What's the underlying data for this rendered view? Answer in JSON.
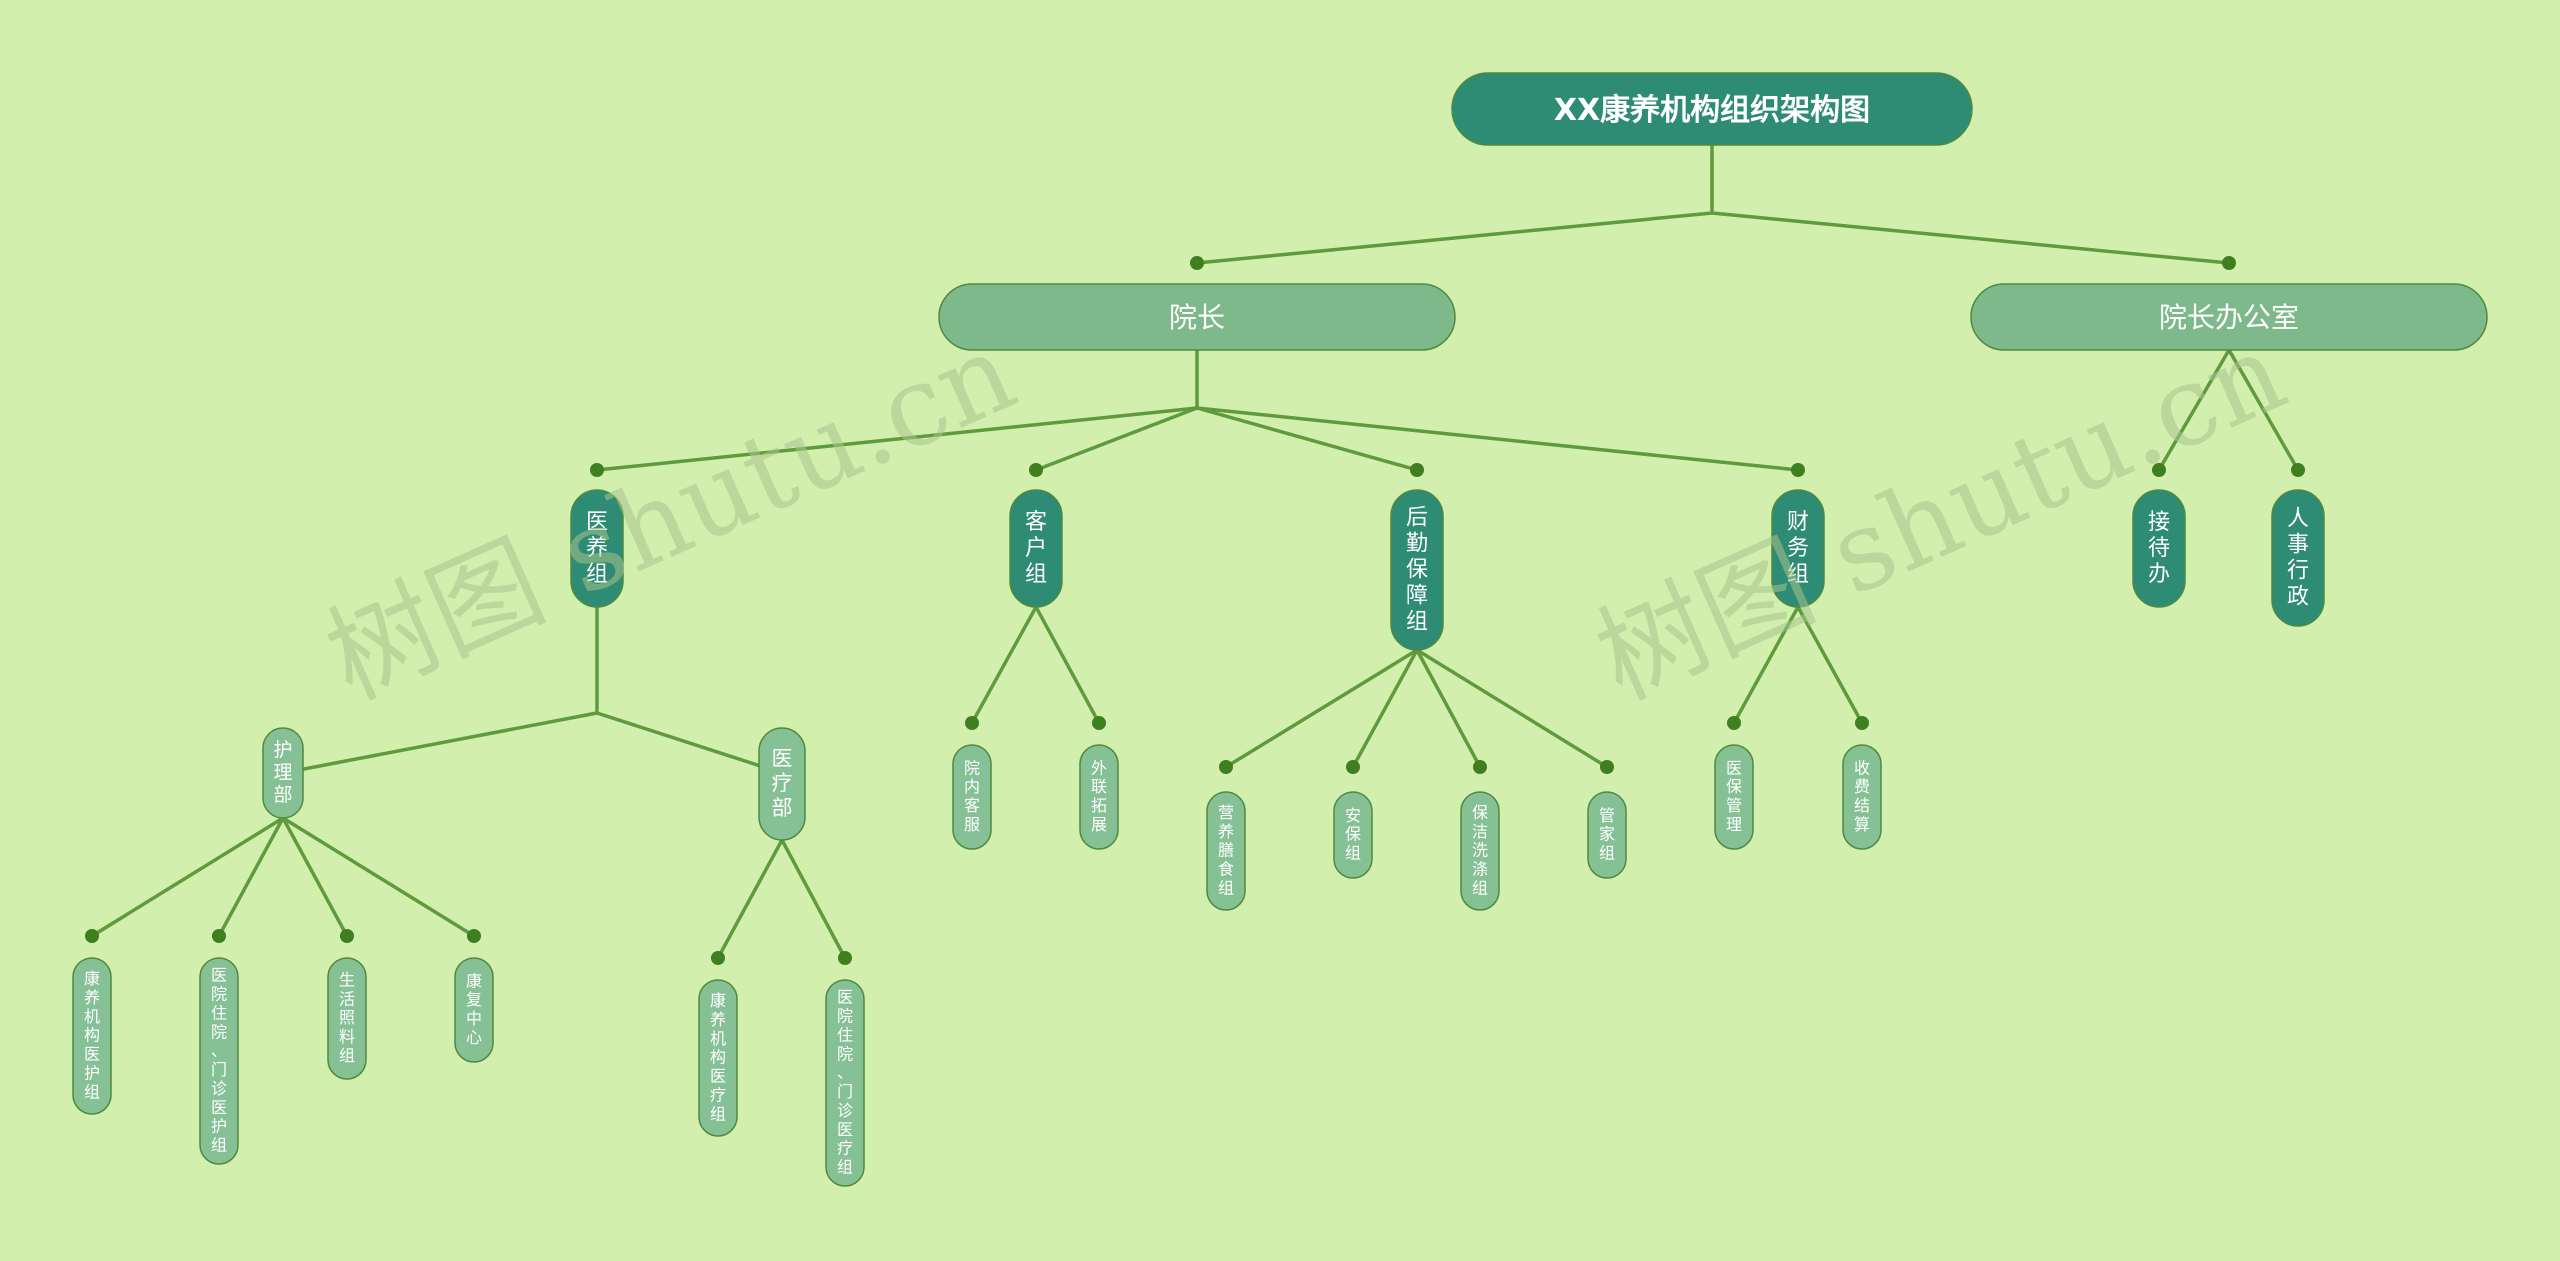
{
  "colors": {
    "background": "#d2efae",
    "line": "#5f9a3c",
    "dot": "#3f7f1f",
    "root_fill": "#2e8b74",
    "level1_fill": "#7eb98b",
    "dark_fill": "#2e8b74",
    "light_fill": "#86c196",
    "border": "#4f8a3f",
    "text": "#ffffff"
  },
  "watermark": "树图 shutu.cn",
  "root": {
    "id": "root",
    "label": "XX康养机构组织架构图"
  },
  "nodes": [
    {
      "id": "yuanzhang",
      "label": "院长",
      "parent": "root",
      "style": "level1"
    },
    {
      "id": "bangongshi",
      "label": "院长办公室",
      "parent": "root",
      "style": "level1"
    },
    {
      "id": "yiyang",
      "label": "医养组",
      "parent": "yuanzhang",
      "style": "dark"
    },
    {
      "id": "kehu",
      "label": "客户组",
      "parent": "yuanzhang",
      "style": "dark"
    },
    {
      "id": "houqin",
      "label": "后勤保障组",
      "parent": "yuanzhang",
      "style": "dark"
    },
    {
      "id": "caiwu",
      "label": "财务组",
      "parent": "yuanzhang",
      "style": "dark"
    },
    {
      "id": "jiedai",
      "label": "接待办",
      "parent": "bangongshi",
      "style": "dark"
    },
    {
      "id": "renshi",
      "label": "人事行政",
      "parent": "bangongshi",
      "style": "dark"
    },
    {
      "id": "huli",
      "label": "护理部",
      "parent": "yiyang",
      "style": "light"
    },
    {
      "id": "yiliao",
      "label": "医疗部",
      "parent": "yiyang",
      "style": "light"
    },
    {
      "id": "huli1",
      "label": "康养机构医护组",
      "parent": "huli",
      "style": "light"
    },
    {
      "id": "huli2",
      "label": "医院住院、门诊医护组",
      "parent": "huli",
      "style": "light"
    },
    {
      "id": "huli3",
      "label": "生活照料组",
      "parent": "huli",
      "style": "light"
    },
    {
      "id": "huli4",
      "label": "康复中心",
      "parent": "huli",
      "style": "light"
    },
    {
      "id": "yiliao1",
      "label": "康养机构医疗组",
      "parent": "yiliao",
      "style": "light"
    },
    {
      "id": "yiliao2",
      "label": "医院住院、门诊医疗组",
      "parent": "yiliao",
      "style": "light"
    },
    {
      "id": "kehu1",
      "label": "院内客服",
      "parent": "kehu",
      "style": "light"
    },
    {
      "id": "kehu2",
      "label": "外联拓展",
      "parent": "kehu",
      "style": "light"
    },
    {
      "id": "houqin1",
      "label": "营养膳食组",
      "parent": "houqin",
      "style": "light"
    },
    {
      "id": "houqin2",
      "label": "安保组",
      "parent": "houqin",
      "style": "light"
    },
    {
      "id": "houqin3",
      "label": "保洁洗涤组",
      "parent": "houqin",
      "style": "light"
    },
    {
      "id": "houqin4",
      "label": "管家组",
      "parent": "houqin",
      "style": "light"
    },
    {
      "id": "caiwu1",
      "label": "医保管理",
      "parent": "caiwu",
      "style": "light"
    },
    {
      "id": "caiwu2",
      "label": "收费结算",
      "parent": "caiwu",
      "style": "light"
    }
  ]
}
